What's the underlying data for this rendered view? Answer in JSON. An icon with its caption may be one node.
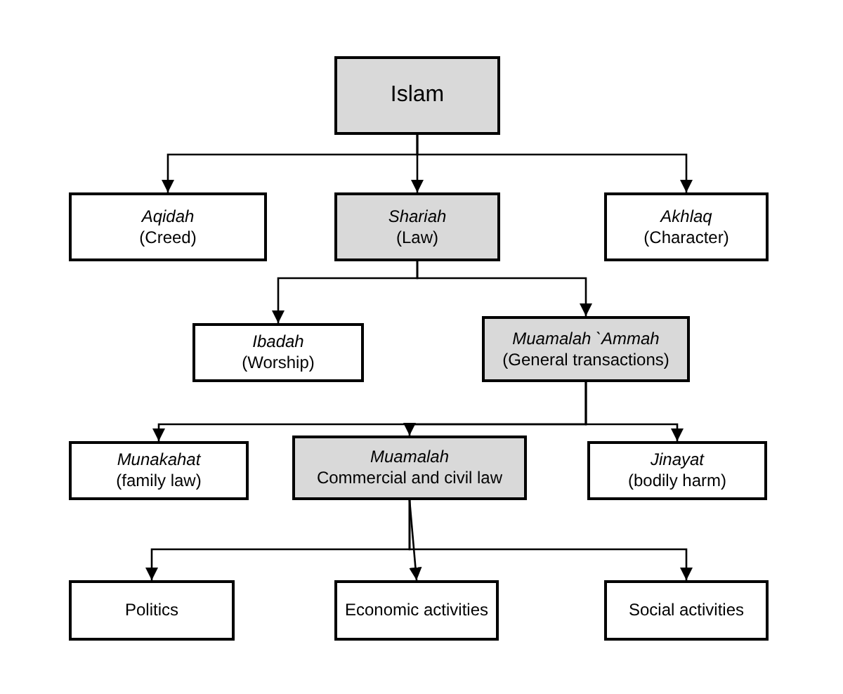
{
  "diagram": {
    "nodes": [
      {
        "text": [
          "Islam"
        ]
      },
      {
        "text": [
          "Aqidah",
          "(Creed)"
        ]
      },
      {
        "text": [
          "Shariah",
          "(Law)"
        ]
      },
      {
        "text": [
          "Akhlaq",
          "(Character)"
        ]
      },
      {
        "text": [
          "Ibadah",
          "(Worship)"
        ]
      },
      {
        "text": [
          "Muamalah `Ammah",
          "(General transactions)"
        ]
      },
      {
        "text": [
          "Munakahat",
          "(family law)"
        ]
      },
      {
        "text": [
          "Muamalah",
          "Commercial and civil law"
        ]
      },
      {
        "text": [
          "Jinayat",
          "(bodily harm)"
        ]
      },
      {
        "text": [
          "Politics"
        ]
      },
      {
        "text": [
          "Economic activities"
        ]
      },
      {
        "text": [
          "Social activities"
        ]
      }
    ],
    "edges": [
      {
        "from": 0,
        "to": 1,
        "arrow": "to"
      },
      {
        "from": 0,
        "to": 2,
        "arrow": "to"
      },
      {
        "from": 0,
        "to": 3,
        "arrow": "to"
      },
      {
        "from": 2,
        "to": 4,
        "arrow": "to"
      },
      {
        "from": 2,
        "to": 5,
        "arrow": "to"
      },
      {
        "from": 5,
        "to": 6,
        "arrow": "to"
      },
      {
        "from": 5,
        "to": 7,
        "arrow": "to"
      },
      {
        "from": 5,
        "to": 8,
        "arrow": "to"
      },
      {
        "from": 7,
        "to": 9,
        "arrow": "to"
      },
      {
        "from": 7,
        "to": 10,
        "arrow": "to"
      },
      {
        "from": 7,
        "to": 11,
        "arrow": "to"
      }
    ]
  }
}
